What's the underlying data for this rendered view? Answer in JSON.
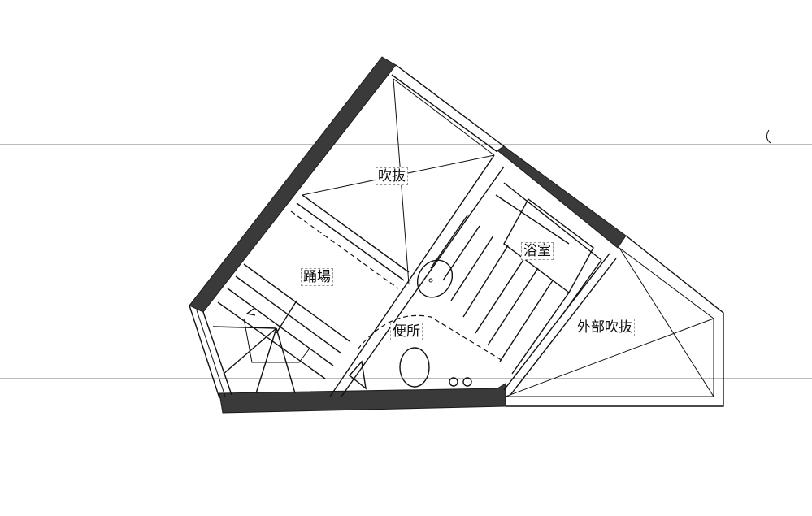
{
  "diagram": {
    "type": "architectural floor plan",
    "colors": {
      "wall": "#3a3a3a",
      "line": "#111111",
      "guide": "#777777",
      "background": "#ffffff"
    },
    "rooms": [
      {
        "id": "void-upper",
        "label": "吹抜"
      },
      {
        "id": "landing",
        "label": "踊場"
      },
      {
        "id": "bathroom",
        "label": "浴室"
      },
      {
        "id": "toilet",
        "label": "便所"
      },
      {
        "id": "exterior-void",
        "label": "外部吹抜"
      }
    ]
  }
}
